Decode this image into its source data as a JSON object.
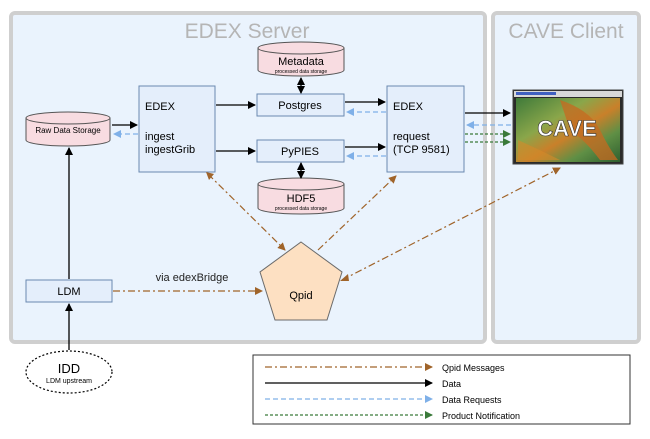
{
  "panels": {
    "edex_server": "EDEX Server",
    "cave_client": "CAVE Client"
  },
  "nodes": {
    "metadata": {
      "title": "Metadata",
      "subtitle": "processed data storage"
    },
    "hdf5": {
      "title": "HDF5",
      "subtitle": "processed data storage"
    },
    "raw_storage": "Raw Data Storage",
    "edex_ingest": {
      "line1": "EDEX",
      "line2": "ingest",
      "line3": "ingestGrib"
    },
    "postgres": "Postgres",
    "pypies": "PyPIES",
    "edex_request": {
      "line1": "EDEX",
      "line2": "request",
      "line3": "(TCP 9581)"
    },
    "ldm": "LDM",
    "qpid": "Qpid",
    "idd": {
      "title": "IDD",
      "subtitle": "LDM upstream"
    },
    "cave": "CAVE"
  },
  "edge_labels": {
    "edex_bridge": "via edexBridge"
  },
  "legend": {
    "items": [
      {
        "label": "Qpid Messages",
        "style": "dashdot",
        "color": "#a0642a"
      },
      {
        "label": "Data",
        "style": "solid",
        "color": "#000000"
      },
      {
        "label": "Data Requests",
        "style": "dashed",
        "color": "#7fb0e8"
      },
      {
        "label": "Product Notification",
        "style": "dotted",
        "color": "#3a7a3a"
      }
    ]
  },
  "colors": {
    "panel_fill": "#eaf3fd",
    "panel_border": "#cfcfcf",
    "node_fill": "#e4eefb",
    "db_fill": "#f8dce1",
    "qpid_fill": "#fde0c2",
    "title_text": "#b5b5b5"
  }
}
